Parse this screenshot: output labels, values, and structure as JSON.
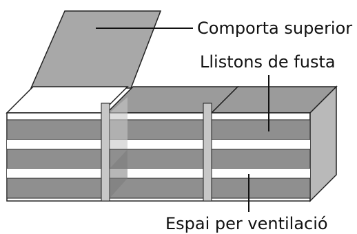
{
  "diagram": {
    "labels": {
      "top_lid": "Comporta superior",
      "wood_slats": "Llistons de fusta",
      "ventilation_gap": "Espai per ventilació"
    },
    "colors": {
      "slat": "#8f8f8f",
      "slat_dark": "#7b7b7b",
      "top_panel": "#9b9b9b",
      "lid": "#a8a8a8",
      "side": "#b9b9b9",
      "post": "#c7c7c7",
      "gap": "#ffffff",
      "outline": "#222222",
      "leader": "#111111"
    }
  }
}
